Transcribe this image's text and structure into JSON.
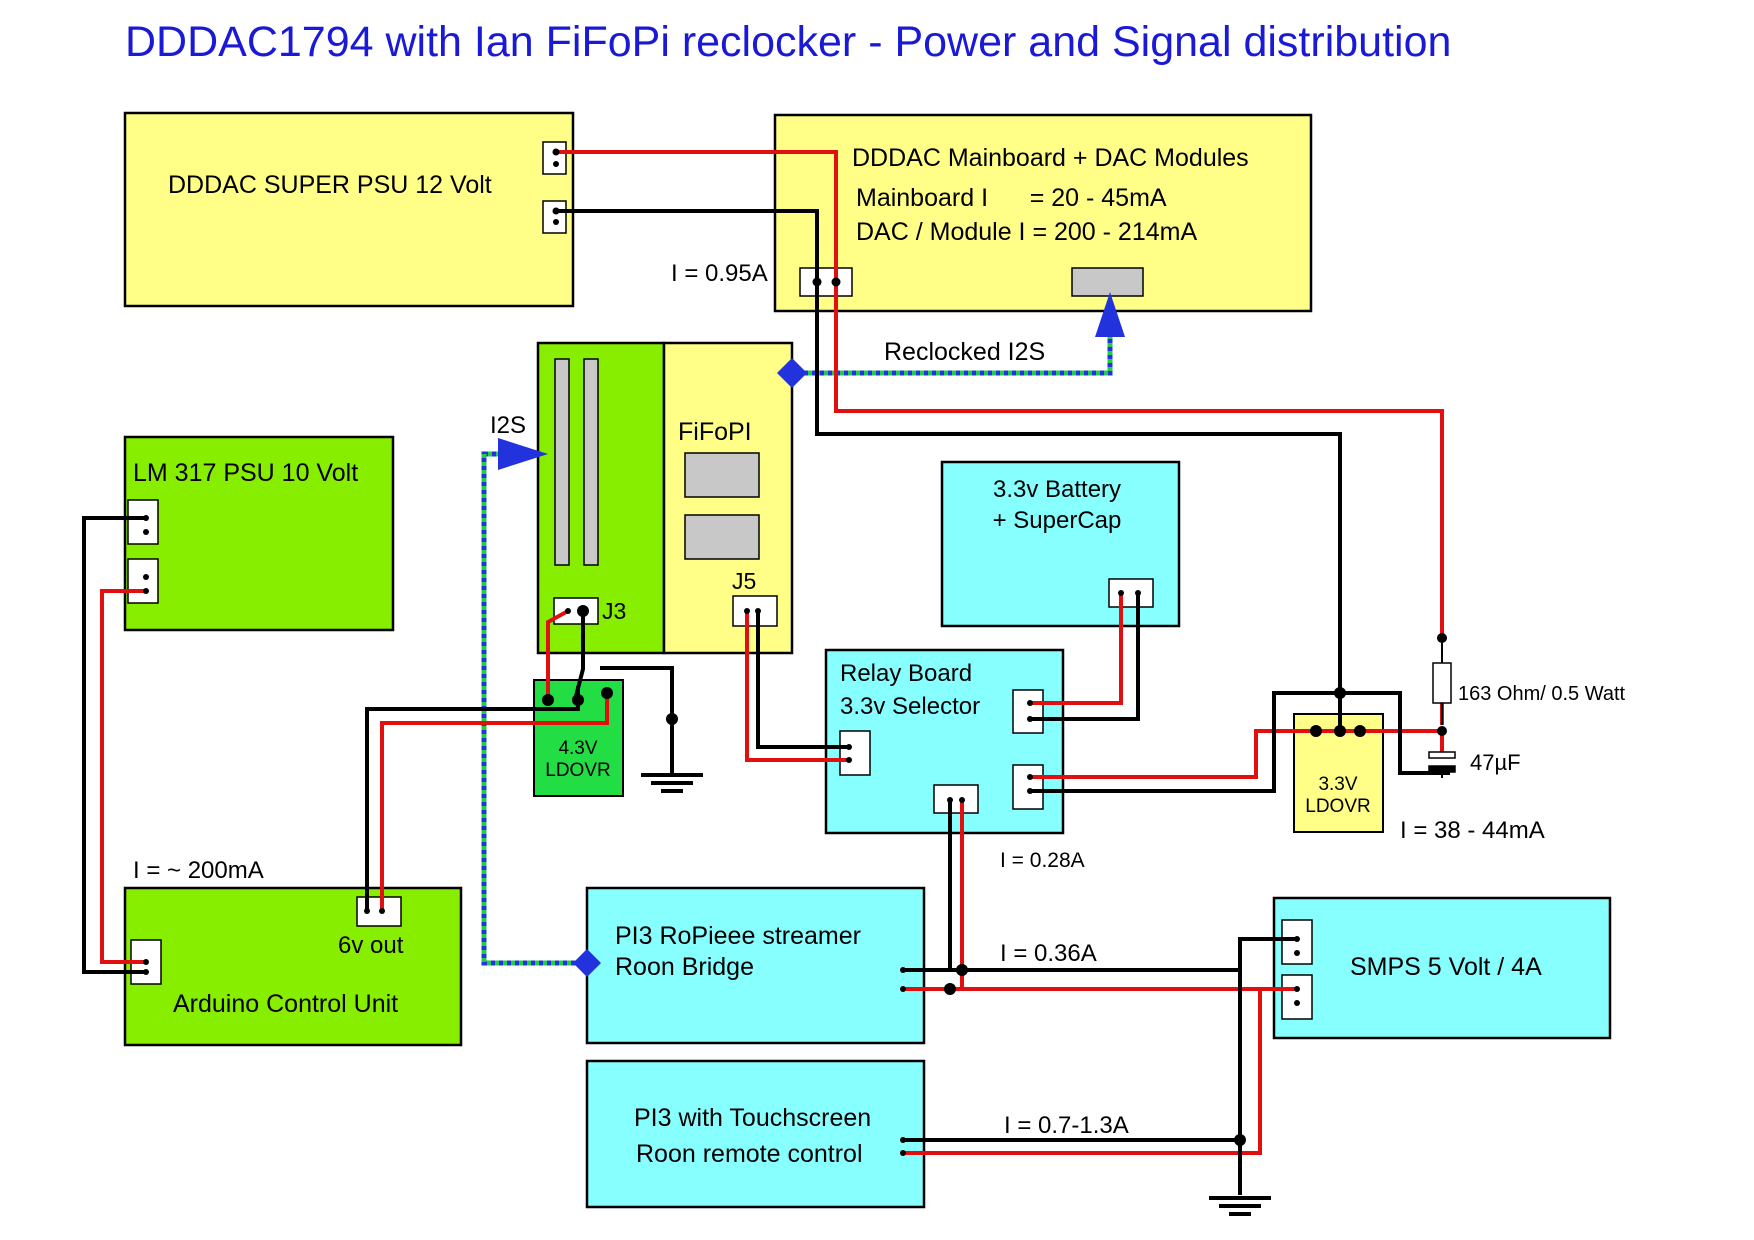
{
  "title": "DDDAC1794 with Ian FiFoPi reclocker - Power and Signal distribution",
  "colors": {
    "title": "#1a1ad6",
    "yellow_box": "#ffff88",
    "green_box": "#88ee00",
    "bright_green_box": "#22dd44",
    "cyan_box": "#88ffff",
    "wire_power": "#e01010",
    "wire_ground": "#000000",
    "signal_i2s": "#2233dd",
    "signal_dots": "#22cc44"
  },
  "blocks": {
    "super_psu": {
      "label": "DDDAC SUPER PSU 12 Volt"
    },
    "mainboard": {
      "label": "DDDAC Mainboard + DAC Modules",
      "line1": "Mainboard I      = 20 - 45mA",
      "line2": "DAC / Module I = 200 - 214mA"
    },
    "lm317": {
      "label": "LM 317 PSU 10 Volt"
    },
    "fifopi": {
      "label": "FiFoPI",
      "j3": "J3",
      "j5": "J5"
    },
    "ldo43": {
      "line1": "4.3V",
      "line2": "LDOVR"
    },
    "battery": {
      "line1": "3.3v Battery",
      "line2": "+ SuperCap"
    },
    "relay": {
      "line1": "Relay Board",
      "line2": "3.3v Selector"
    },
    "ldo33": {
      "line1": "3.3V",
      "line2": "LDOVR"
    },
    "arduino": {
      "label": "Arduino Control Unit",
      "out": "6v out"
    },
    "pi3_streamer": {
      "line1": "PI3 RoPieee streamer",
      "line2": "Roon Bridge"
    },
    "smps": {
      "label": "SMPS 5 Volt / 4A"
    },
    "pi3_touch": {
      "line1": "PI3 with Touchscreen",
      "line2": "Roon remote control"
    }
  },
  "annotations": {
    "i_mainboard": "I = 0.95A",
    "reclocked_i2s": "Reclocked I2S",
    "i2s": "I2S",
    "resistor": "163 Ohm/ 0.5 Watt",
    "capacitor": "47µF",
    "i_ldo33": "I = 38 - 44mA",
    "i_relay": "I = 0.28A",
    "i_arduino": "I = ~ 200mA",
    "i_streamer": "I = 0.36A",
    "i_touch": "I = 0.7-1.3A"
  }
}
